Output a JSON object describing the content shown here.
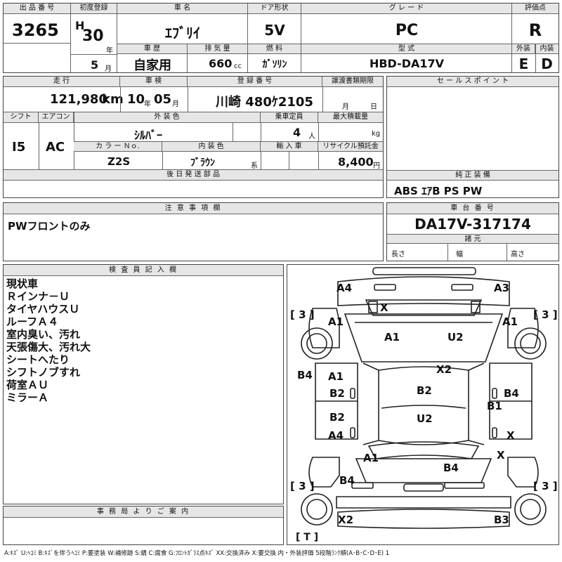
{
  "header_top": {
    "lot_label": "出 品 番 号",
    "lot_number": "3265",
    "first_reg_label": "初度登録",
    "era": "H",
    "year": "30",
    "year_unit": "年",
    "month": "5",
    "month_unit": "月",
    "name_label": "車 名",
    "car_name": "ｴﾌﾞﾘｲ",
    "door_label": "ドア形状",
    "door": "5V",
    "grade_label": "グ レ ー ド",
    "grade": "PC",
    "score_label": "評価点",
    "score": "R",
    "history_label": "車 歴",
    "history": "自家用",
    "displacement_label": "排 気 量",
    "displacement": "660",
    "displacement_unit": "cc",
    "fuel_label": "燃 料",
    "fuel": "ｶﾞｿﾘﾝ",
    "model_label": "型 式",
    "model": "HBD-DA17V",
    "ext_label": "外装",
    "int_label": "内装",
    "ext_grade": "E",
    "int_grade": "D"
  },
  "details": {
    "mileage_label": "走 行",
    "mileage": "121,980",
    "mileage_unit": "km",
    "inspection_label": "車 検",
    "insp_year": "10",
    "insp_year_unit": "年",
    "insp_month": "05",
    "insp_month_unit": "月",
    "reg_label": "登 録 番 号",
    "reg_number": "川崎 480ｹ2105",
    "transfer_label": "譲渡書類期限",
    "transfer_month": "月",
    "transfer_day": "日",
    "shift_label": "シフト",
    "aircon_label": "エアコン",
    "shift": "I5",
    "aircon": "AC",
    "color_label": "外 装 色",
    "color": "ｼﾙﾊﾞｰ",
    "capacity_label": "乗車定員",
    "capacity": "4",
    "capacity_unit": "人",
    "load_label": "最大積載量",
    "load_unit": "kg",
    "color_no_label": "カ ラ ー Ｎｏ.",
    "color_no": "Z2S",
    "interior_color_label": "内 装 色",
    "interior_color": "ﾌﾞﾗｳﾝ",
    "interior_suffix": "系",
    "import_label": "輸 入 車",
    "recycle_label": "リサイクル預託金",
    "recycle": "8,400",
    "recycle_unit": "円",
    "later_parts_label": "後 日 発 送 部 品"
  },
  "sales_points": {
    "label": "セ ー ル ス ポ イ ン ト",
    "genuine_label": "純 正 装 備",
    "genuine": "ABS ｴｱB PS PW"
  },
  "caution": {
    "label": "注 意 事 項 欄",
    "text": "PWフロントのみ"
  },
  "chassis": {
    "label": "車 台 番 号",
    "number": "DA17V-317174",
    "spec_label": "諸 元",
    "length_label": "長さ",
    "width_label": "幅",
    "height_label": "高さ"
  },
  "inspector": {
    "label": "検 査 員 記 入 欄",
    "lines": [
      "現状車",
      "Ｒインナ－Ｕ",
      "タイヤハウスＵ",
      "ルーフＡ４",
      "室内臭い、汚れ",
      "天張傷大、汚れ大",
      "シートへたり",
      "シフトノブすれ",
      "荷室ＡＵ",
      "ミラーＡ"
    ]
  },
  "office": {
    "label": "事 務 局 よ り ご 案 内"
  },
  "diagram": {
    "marks": {
      "a4_tl": "A4",
      "a3_tr": "A3",
      "x_top": "X",
      "b3_l": "[ 3 ]",
      "b3_r": "[ 3 ]",
      "a1_l": "A1",
      "a1_hood_l": "A1",
      "u2_hood": "U2",
      "a1_r": "A1",
      "x2_mid": "X2",
      "b4_l": "B4",
      "a1_door": "A1",
      "b2_l": "B2",
      "b2_roof": "B2",
      "b4_r": "B4",
      "b1_r": "B1",
      "b2_l2": "B2",
      "u2_roof": "U2",
      "a4_l": "A4",
      "x_r1": "X",
      "x_r2": "X",
      "a1_rear": "A1",
      "b4_rear": "B4",
      "b3_bl": "[ 3 ]",
      "b4_bl": "B4",
      "b3_br": "[ 3 ]",
      "x2_bl": "X2",
      "b3_br2": "B3",
      "t_bottom": "[ T ]"
    }
  },
  "legend": "A:ｷｽﾞ U:ﾍｺﾐ B:ｷｽﾞを伴うﾍｺﾐ P:要塗装 W:補修跡 S:錆 C:腐食 G:ﾌﾛﾝﾄｶﾞﾗｽ点ｷｽﾞ XX:交換済み X:要交換 内・外装評価 5段階ﾗﾝｸ順(A･B･C･D･E) 1"
}
